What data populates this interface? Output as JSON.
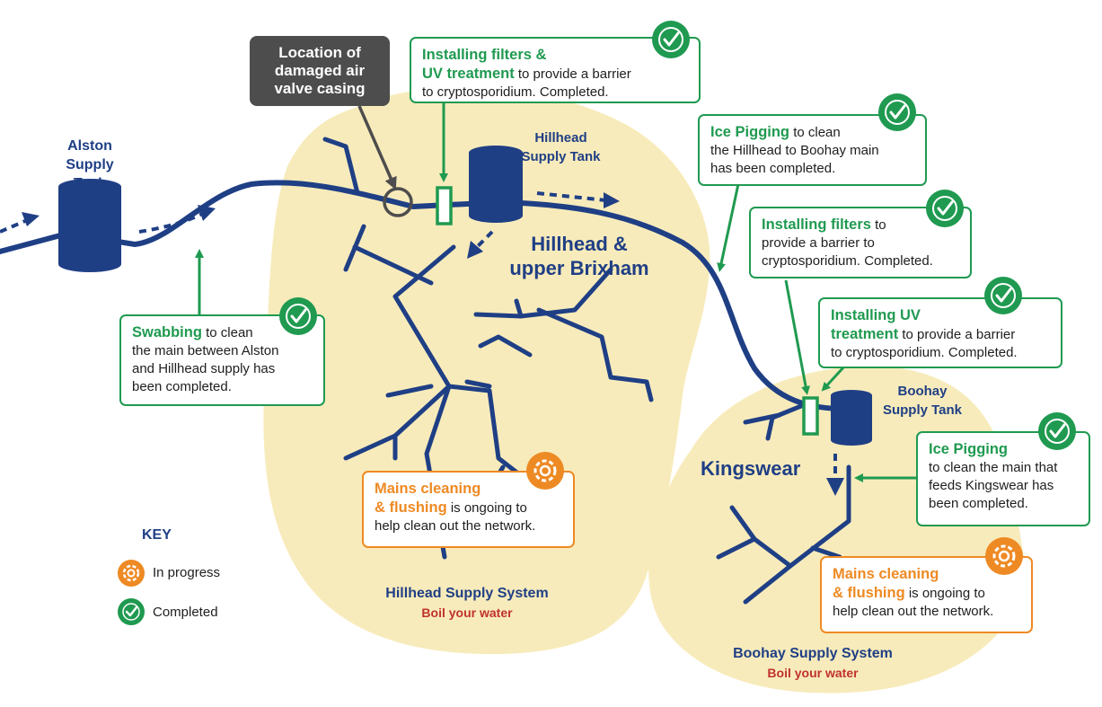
{
  "colors": {
    "pipe": "#1f3f85",
    "area": "#f8ebbb",
    "completed": "#1f9a50",
    "in_progress": "#ee8a24",
    "damage_marker": "#4d4d4d",
    "boil": "#c0322c"
  },
  "tanks": {
    "alston": "Alston\nSupply Tank",
    "hillhead": "Hillhead\nSupply Tank",
    "boohay": "Boohay\nSupply Tank"
  },
  "areas": {
    "hillhead": "Hillhead &\nupper Brixham",
    "kingswear": "Kingswear"
  },
  "damage_label": "Location of\ndamaged air\nvalve casing",
  "systems": {
    "hillhead": {
      "name": "Hillhead Supply System",
      "status": "Boil your water"
    },
    "boohay": {
      "name": "Boohay Supply System",
      "status": "Boil your water"
    }
  },
  "cards": {
    "filters_uv_hillhead": {
      "status": "completed",
      "highlight": "Installing filters &\nUV treatment",
      "text": "to provide a barrier\nto cryptosporidium. Completed."
    },
    "ice_pigging_hillhead": {
      "status": "completed",
      "highlight": "Ice Pigging",
      "text": "to clean\nthe Hillhead to Boohay main\nhas been completed."
    },
    "filters_boohay": {
      "status": "completed",
      "highlight": "Installing filters",
      "text": "to\nprovide a barrier to\ncryptosporidium. Completed."
    },
    "uv_boohay": {
      "status": "completed",
      "highlight": "Installing UV\ntreatment",
      "text": "to provide a barrier\nto cryptosporidium. Completed."
    },
    "swabbing": {
      "status": "completed",
      "highlight": "Swabbing",
      "text": "to clean\nthe main between Alston\nand Hillhead supply has\nbeen completed."
    },
    "mains_hillhead": {
      "status": "in_progress",
      "highlight": "Mains cleaning\n& flushing",
      "text": "is ongoing to\nhelp clean out the network."
    },
    "ice_pigging_kingswear": {
      "status": "completed",
      "highlight": "Ice Pigging",
      "text": "to clean the main that\nfeeds Kingswear has\nbeen completed."
    },
    "mains_boohay": {
      "status": "in_progress",
      "highlight": "Mains cleaning\n& flushing",
      "text": "is ongoing to\nhelp clean out the network."
    }
  },
  "key": {
    "title": "KEY",
    "in_progress": "In progress",
    "completed": "Completed"
  }
}
